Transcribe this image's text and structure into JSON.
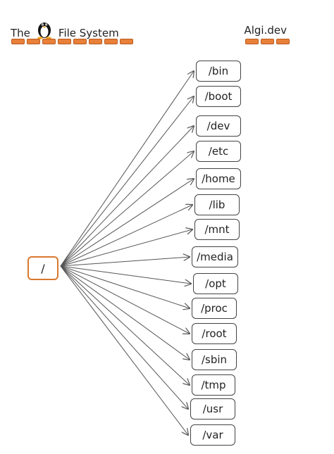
{
  "header": {
    "title_prefix": "The",
    "title_suffix": "File System",
    "brand": "Algi.dev"
  },
  "root": {
    "label": "/"
  },
  "directories": [
    "/bin",
    "/boot",
    "/dev",
    "/etc",
    "/home",
    "/lib",
    "/mnt",
    "/media",
    "/opt",
    "/proc",
    "/root",
    "/sbin",
    "/tmp",
    "/usr",
    "/var"
  ],
  "colors": {
    "accent": "#e8803a",
    "ink": "#444444"
  }
}
